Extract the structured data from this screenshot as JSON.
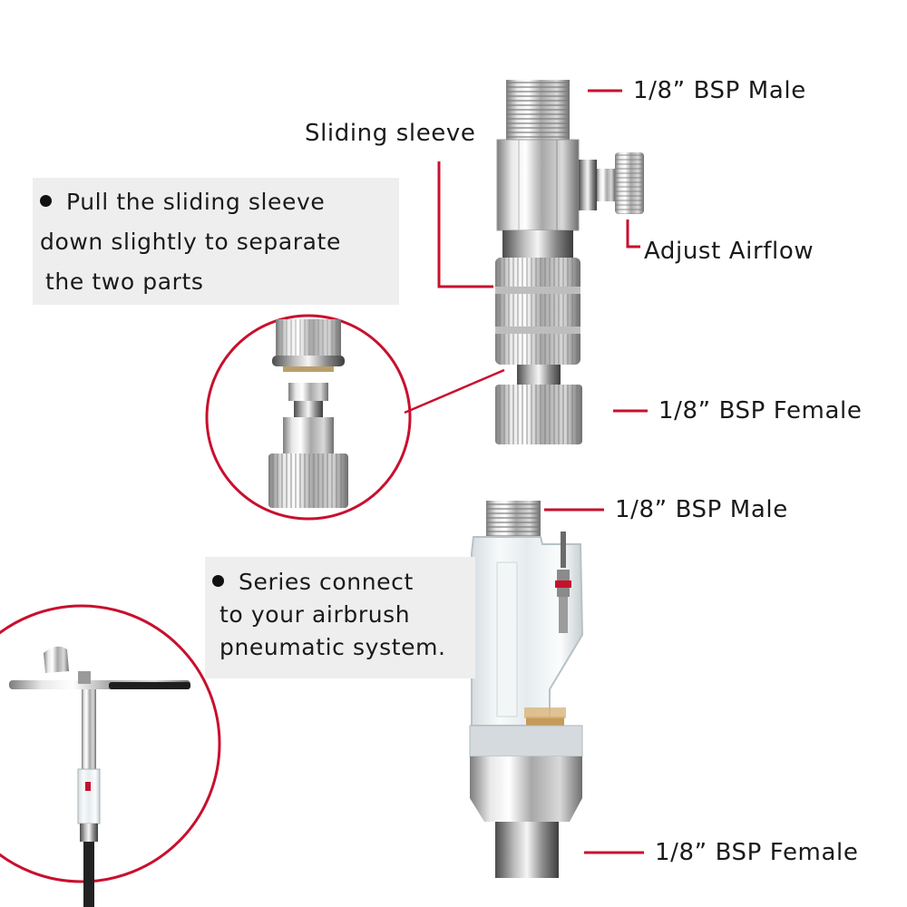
{
  "labels": {
    "bsp_male_top": "1/8” BSP Male",
    "sliding_sleeve": "Sliding sleeve",
    "adjust_airflow": "Adjust Airflow",
    "bsp_female_top": "1/8” BSP Female",
    "bsp_male_bottom": "1/8” BSP Male",
    "bsp_female_bottom": "1/8” BSP Female"
  },
  "notes": {
    "separate": {
      "line1": "Pull the sliding sleeve",
      "line2": "down slightly to separate",
      "line3": "the two parts"
    },
    "series": {
      "line1": "Series connect",
      "line2": "to your airbrush",
      "line3": "pneumatic system."
    }
  },
  "colors": {
    "leader_line": "#c8102e",
    "note_background": "#eeeeee",
    "circle_outline": "#c8102e"
  },
  "icons": [
    "quick-release-coupler",
    "airflow-valve",
    "moisture-trap-filter",
    "airbrush"
  ]
}
